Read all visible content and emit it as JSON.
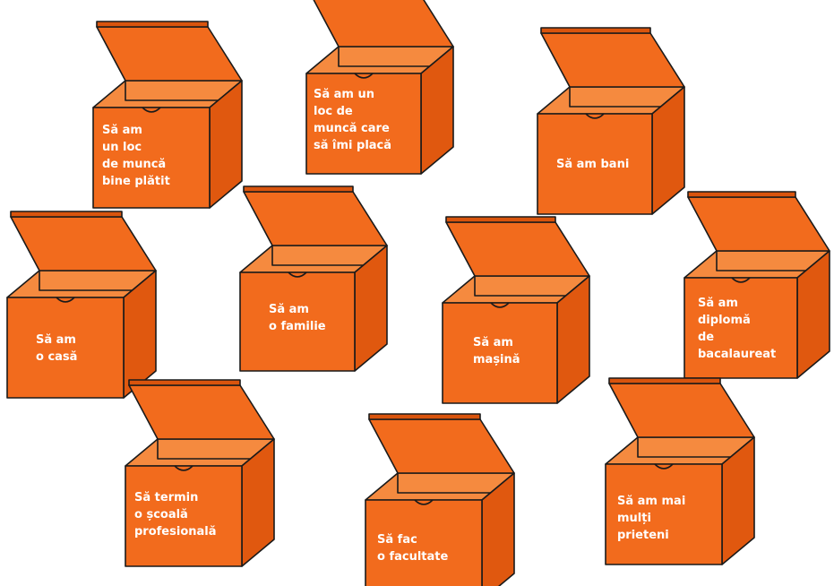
{
  "boxes": [
    {
      "lines": [
        "Să am",
        "un loc",
        "de muncă",
        "bine plătit"
      ]
    },
    {
      "lines": [
        "Să am un",
        "loc de",
        "muncă care",
        "să îmi placă"
      ]
    },
    {
      "lines": [
        "Să am bani"
      ]
    },
    {
      "lines": [
        "Să am",
        "o casă"
      ]
    },
    {
      "lines": [
        "Să am",
        "o familie"
      ]
    },
    {
      "lines": [
        "Să am",
        "mașină"
      ]
    },
    {
      "lines": [
        "Să am",
        "diplomă",
        "de",
        "bacalaureat"
      ]
    },
    {
      "lines": [
        "Să termin",
        "o școală",
        "profesională"
      ]
    },
    {
      "lines": [
        "Să fac",
        "o facultate"
      ]
    },
    {
      "lines": [
        "Să am mai",
        "mulți",
        "prieteni"
      ]
    }
  ],
  "colors": {
    "box_front": "#f26b1d",
    "box_side": "#e0580f",
    "outline": "#1a1a1a",
    "text": "#ffffff"
  }
}
